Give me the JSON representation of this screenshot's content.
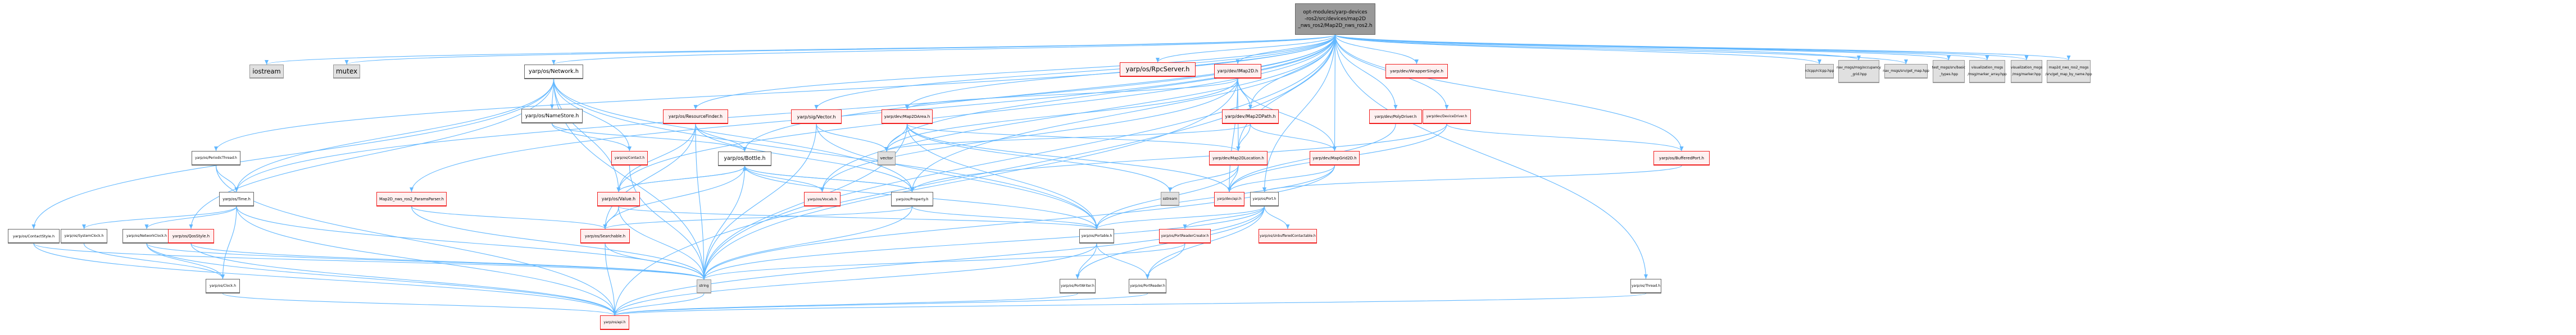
{
  "title": "Include dependency graph for Map2D_nws_ros2.h",
  "root": {
    "id": "root",
    "label": "opt-modules/yarp-devices\n-ros2/src/devices/map2D\n_nws_ros2/Map2D_nws_ros2.h",
    "kind": "root"
  },
  "nodes": [
    {
      "id": "iostream",
      "label": "iostream",
      "kind": "ext"
    },
    {
      "id": "mutex",
      "label": "mutex",
      "kind": "ext"
    },
    {
      "id": "network",
      "label": "yarp/os/Network.h",
      "kind": "doc"
    },
    {
      "id": "rpcserver",
      "label": "yarp/os/RpcServer.h",
      "kind": "red"
    },
    {
      "id": "imap2d",
      "label": "yarp/dev/IMap2D.h",
      "kind": "red"
    },
    {
      "id": "wrappersingle",
      "label": "yarp/dev/WrapperSingle.h",
      "kind": "red"
    },
    {
      "id": "rclcpp",
      "label": "rclcpp/rclcpp.hpp",
      "kind": "ext"
    },
    {
      "id": "occgrid",
      "label": "nav_msgs/msg/occupancy\n_grid.hpp",
      "kind": "ext"
    },
    {
      "id": "getmap",
      "label": "nav_msgs/srv/get_map.hpp",
      "kind": "ext"
    },
    {
      "id": "basictypes",
      "label": "test_msgs/srv/basic\n_types.hpp",
      "kind": "ext"
    },
    {
      "id": "markerarray",
      "label": "visualization_msgs\n/msg/marker_array.hpp",
      "kind": "ext"
    },
    {
      "id": "marker",
      "label": "visualization_msgs\n/msg/marker.hpp",
      "kind": "ext"
    },
    {
      "id": "getmapbyname",
      "label": "map2d_nws_ros2_msgs\n/srv/get_map_by_name.hpp",
      "kind": "ext"
    },
    {
      "id": "namestore",
      "label": "yarp/os/NameStore.h",
      "kind": "doc"
    },
    {
      "id": "resourcefinder",
      "label": "yarp/os/ResourceFinder.h",
      "kind": "red"
    },
    {
      "id": "sigvector",
      "label": "yarp/sig/Vector.h",
      "kind": "red"
    },
    {
      "id": "map2darea",
      "label": "yarp/dev/Map2DArea.h",
      "kind": "red"
    },
    {
      "id": "map2dpath",
      "label": "yarp/dev/Map2DPath.h",
      "kind": "red"
    },
    {
      "id": "polydriver",
      "label": "yarp/dev/PolyDriver.h",
      "kind": "red"
    },
    {
      "id": "devicedriver",
      "label": "yarp/dev/DeviceDriver.h",
      "kind": "red"
    },
    {
      "id": "periodicthread",
      "label": "yarp/os/PeriodicThread.h",
      "kind": "doc"
    },
    {
      "id": "contact",
      "label": "yarp/os/Contact.h",
      "kind": "red"
    },
    {
      "id": "bottle",
      "label": "yarp/os/Bottle.h",
      "kind": "doc"
    },
    {
      "id": "vector",
      "label": "vector",
      "kind": "ext"
    },
    {
      "id": "map2dlocation",
      "label": "yarp/dev/Map2DLocation.h",
      "kind": "red"
    },
    {
      "id": "mapgrid2d",
      "label": "yarp/dev/MapGrid2D.h",
      "kind": "red"
    },
    {
      "id": "bufferedport",
      "label": "yarp/os/BufferedPort.h",
      "kind": "red"
    },
    {
      "id": "time",
      "label": "yarp/os/Time.h",
      "kind": "doc"
    },
    {
      "id": "paramsparser",
      "label": "Map2D_nws_ros2_ParamsParser.h",
      "kind": "red"
    },
    {
      "id": "value",
      "label": "yarp/os/Value.h",
      "kind": "red"
    },
    {
      "id": "vocab",
      "label": "yarp/os/Vocab.h",
      "kind": "red"
    },
    {
      "id": "property",
      "label": "yarp/os/Property.h",
      "kind": "doc"
    },
    {
      "id": "sstream",
      "label": "sstream",
      "kind": "ext"
    },
    {
      "id": "devapi",
      "label": "yarp/dev/api.h",
      "kind": "red"
    },
    {
      "id": "port",
      "label": "yarp/os/Port.h",
      "kind": "doc"
    },
    {
      "id": "contactstyle",
      "label": "yarp/os/ContactStyle.h",
      "kind": "doc"
    },
    {
      "id": "systemclock",
      "label": "yarp/os/SystemClock.h",
      "kind": "doc"
    },
    {
      "id": "networkclock",
      "label": "yarp/os/NetworkClock.h",
      "kind": "doc"
    },
    {
      "id": "qosstyle",
      "label": "yarp/os/QosStyle.h",
      "kind": "red"
    },
    {
      "id": "searchable",
      "label": "yarp/os/Searchable.h",
      "kind": "red"
    },
    {
      "id": "portable",
      "label": "yarp/os/Portable.h",
      "kind": "doc"
    },
    {
      "id": "portreadercreator",
      "label": "yarp/os/PortReaderCreator.h",
      "kind": "red"
    },
    {
      "id": "unbufferedcontactable",
      "label": "yarp/os/UnbufferedContactable.h",
      "kind": "red"
    },
    {
      "id": "clock",
      "label": "yarp/os/Clock.h",
      "kind": "doc"
    },
    {
      "id": "string",
      "label": "string",
      "kind": "ext"
    },
    {
      "id": "portwriter",
      "label": "yarp/os/PortWriter.h",
      "kind": "doc"
    },
    {
      "id": "portreader",
      "label": "yarp/os/PortReader.h",
      "kind": "doc"
    },
    {
      "id": "thread",
      "label": "yarp/os/Thread.h",
      "kind": "doc"
    },
    {
      "id": "osapi",
      "label": "yarp/os/api.h",
      "kind": "red"
    }
  ],
  "edges": [
    [
      "root",
      "iostream"
    ],
    [
      "root",
      "mutex"
    ],
    [
      "root",
      "network"
    ],
    [
      "root",
      "rpcserver"
    ],
    [
      "root",
      "imap2d"
    ],
    [
      "root",
      "wrappersingle"
    ],
    [
      "root",
      "rclcpp"
    ],
    [
      "root",
      "occgrid"
    ],
    [
      "root",
      "getmap"
    ],
    [
      "root",
      "basictypes"
    ],
    [
      "root",
      "markerarray"
    ],
    [
      "root",
      "marker"
    ],
    [
      "root",
      "getmapbyname"
    ],
    [
      "root",
      "resourcefinder"
    ],
    [
      "root",
      "sigvector"
    ],
    [
      "root",
      "map2darea"
    ],
    [
      "root",
      "map2dpath"
    ],
    [
      "root",
      "polydriver"
    ],
    [
      "root",
      "devicedriver"
    ],
    [
      "root",
      "periodicthread"
    ],
    [
      "root",
      "bottle"
    ],
    [
      "root",
      "vector"
    ],
    [
      "root",
      "map2dlocation"
    ],
    [
      "root",
      "mapgrid2d"
    ],
    [
      "root",
      "bufferedport"
    ],
    [
      "root",
      "time"
    ],
    [
      "root",
      "paramsparser"
    ],
    [
      "root",
      "property"
    ],
    [
      "root",
      "port"
    ],
    [
      "root",
      "string"
    ],
    [
      "root",
      "thread"
    ],
    [
      "root",
      "osapi"
    ],
    [
      "root",
      "value"
    ],
    [
      "root",
      "vocab"
    ],
    [
      "network",
      "namestore"
    ],
    [
      "network",
      "contact"
    ],
    [
      "network",
      "time"
    ],
    [
      "network",
      "contactstyle"
    ],
    [
      "network",
      "value"
    ],
    [
      "network",
      "portable"
    ],
    [
      "network",
      "property"
    ],
    [
      "network",
      "string"
    ],
    [
      "network",
      "qosstyle"
    ],
    [
      "namestore",
      "contact"
    ],
    [
      "namestore",
      "bottle"
    ],
    [
      "resourcefinder",
      "bottle"
    ],
    [
      "resourcefinder",
      "value"
    ],
    [
      "resourcefinder",
      "searchable"
    ],
    [
      "resourcefinder",
      "property"
    ],
    [
      "resourcefinder",
      "string"
    ],
    [
      "sigvector",
      "vector"
    ],
    [
      "sigvector",
      "portable"
    ],
    [
      "sigvector",
      "string"
    ],
    [
      "imap2d",
      "map2darea"
    ],
    [
      "imap2d",
      "map2dpath"
    ],
    [
      "imap2d",
      "map2dlocation"
    ],
    [
      "imap2d",
      "mapgrid2d"
    ],
    [
      "imap2d",
      "vector"
    ],
    [
      "imap2d",
      "devapi"
    ],
    [
      "imap2d",
      "string"
    ],
    [
      "imap2d",
      "vocab"
    ],
    [
      "map2darea",
      "vector"
    ],
    [
      "map2darea",
      "map2dlocation"
    ],
    [
      "map2darea",
      "portable"
    ],
    [
      "map2darea",
      "devapi"
    ],
    [
      "map2darea",
      "sstream"
    ],
    [
      "map2darea",
      "string"
    ],
    [
      "map2dpath",
      "map2dlocation"
    ],
    [
      "map2dpath",
      "mapgrid2d"
    ],
    [
      "map2dpath",
      "vector"
    ],
    [
      "map2dlocation",
      "devapi"
    ],
    [
      "map2dlocation",
      "portable"
    ],
    [
      "map2dlocation",
      "sstream"
    ],
    [
      "mapgrid2d",
      "devapi"
    ],
    [
      "mapgrid2d",
      "portable"
    ],
    [
      "mapgrid2d",
      "string"
    ],
    [
      "polydriver",
      "devapi"
    ],
    [
      "devicedriver",
      "devapi"
    ],
    [
      "devicedriver",
      "bufferedport"
    ],
    [
      "devicedriver",
      "property"
    ],
    [
      "bufferedport",
      "port"
    ],
    [
      "periodicthread",
      "time"
    ],
    [
      "periodicthread",
      "osapi"
    ],
    [
      "contact",
      "string"
    ],
    [
      "bottle",
      "value"
    ],
    [
      "bottle",
      "vocab"
    ],
    [
      "bottle",
      "property"
    ],
    [
      "bottle",
      "searchable"
    ],
    [
      "bottle",
      "portable"
    ],
    [
      "bottle",
      "string"
    ],
    [
      "value",
      "bottle"
    ],
    [
      "value",
      "searchable"
    ],
    [
      "value",
      "portable"
    ],
    [
      "value",
      "string"
    ],
    [
      "property",
      "bottle"
    ],
    [
      "property",
      "searchable"
    ],
    [
      "property",
      "portable"
    ],
    [
      "property",
      "string"
    ],
    [
      "time",
      "systemclock"
    ],
    [
      "time",
      "networkclock"
    ],
    [
      "time",
      "clock"
    ],
    [
      "time",
      "string"
    ],
    [
      "time",
      "osapi"
    ],
    [
      "paramsparser",
      "searchable"
    ],
    [
      "paramsparser",
      "string"
    ],
    [
      "port",
      "portable"
    ],
    [
      "port",
      "portreadercreator"
    ],
    [
      "port",
      "unbufferedcontactable"
    ],
    [
      "port",
      "portwriter"
    ],
    [
      "port",
      "portreader"
    ],
    [
      "port",
      "string"
    ],
    [
      "port",
      "osapi"
    ],
    [
      "contactstyle",
      "string"
    ],
    [
      "contactstyle",
      "osapi"
    ],
    [
      "systemclock",
      "clock"
    ],
    [
      "networkclock",
      "clock"
    ],
    [
      "networkclock",
      "string"
    ],
    [
      "networkclock",
      "osapi"
    ],
    [
      "qosstyle",
      "string"
    ],
    [
      "qosstyle",
      "osapi"
    ],
    [
      "searchable",
      "string"
    ],
    [
      "searchable",
      "osapi"
    ],
    [
      "portable",
      "portwriter"
    ],
    [
      "portable",
      "portreader"
    ],
    [
      "portable",
      "osapi"
    ],
    [
      "portreadercreator",
      "portreader"
    ],
    [
      "portreadercreator",
      "string"
    ],
    [
      "clock",
      "osapi"
    ],
    [
      "portwriter",
      "osapi"
    ],
    [
      "portreader",
      "osapi"
    ],
    [
      "thread",
      "osapi"
    ],
    [
      "string",
      "osapi"
    ]
  ]
}
